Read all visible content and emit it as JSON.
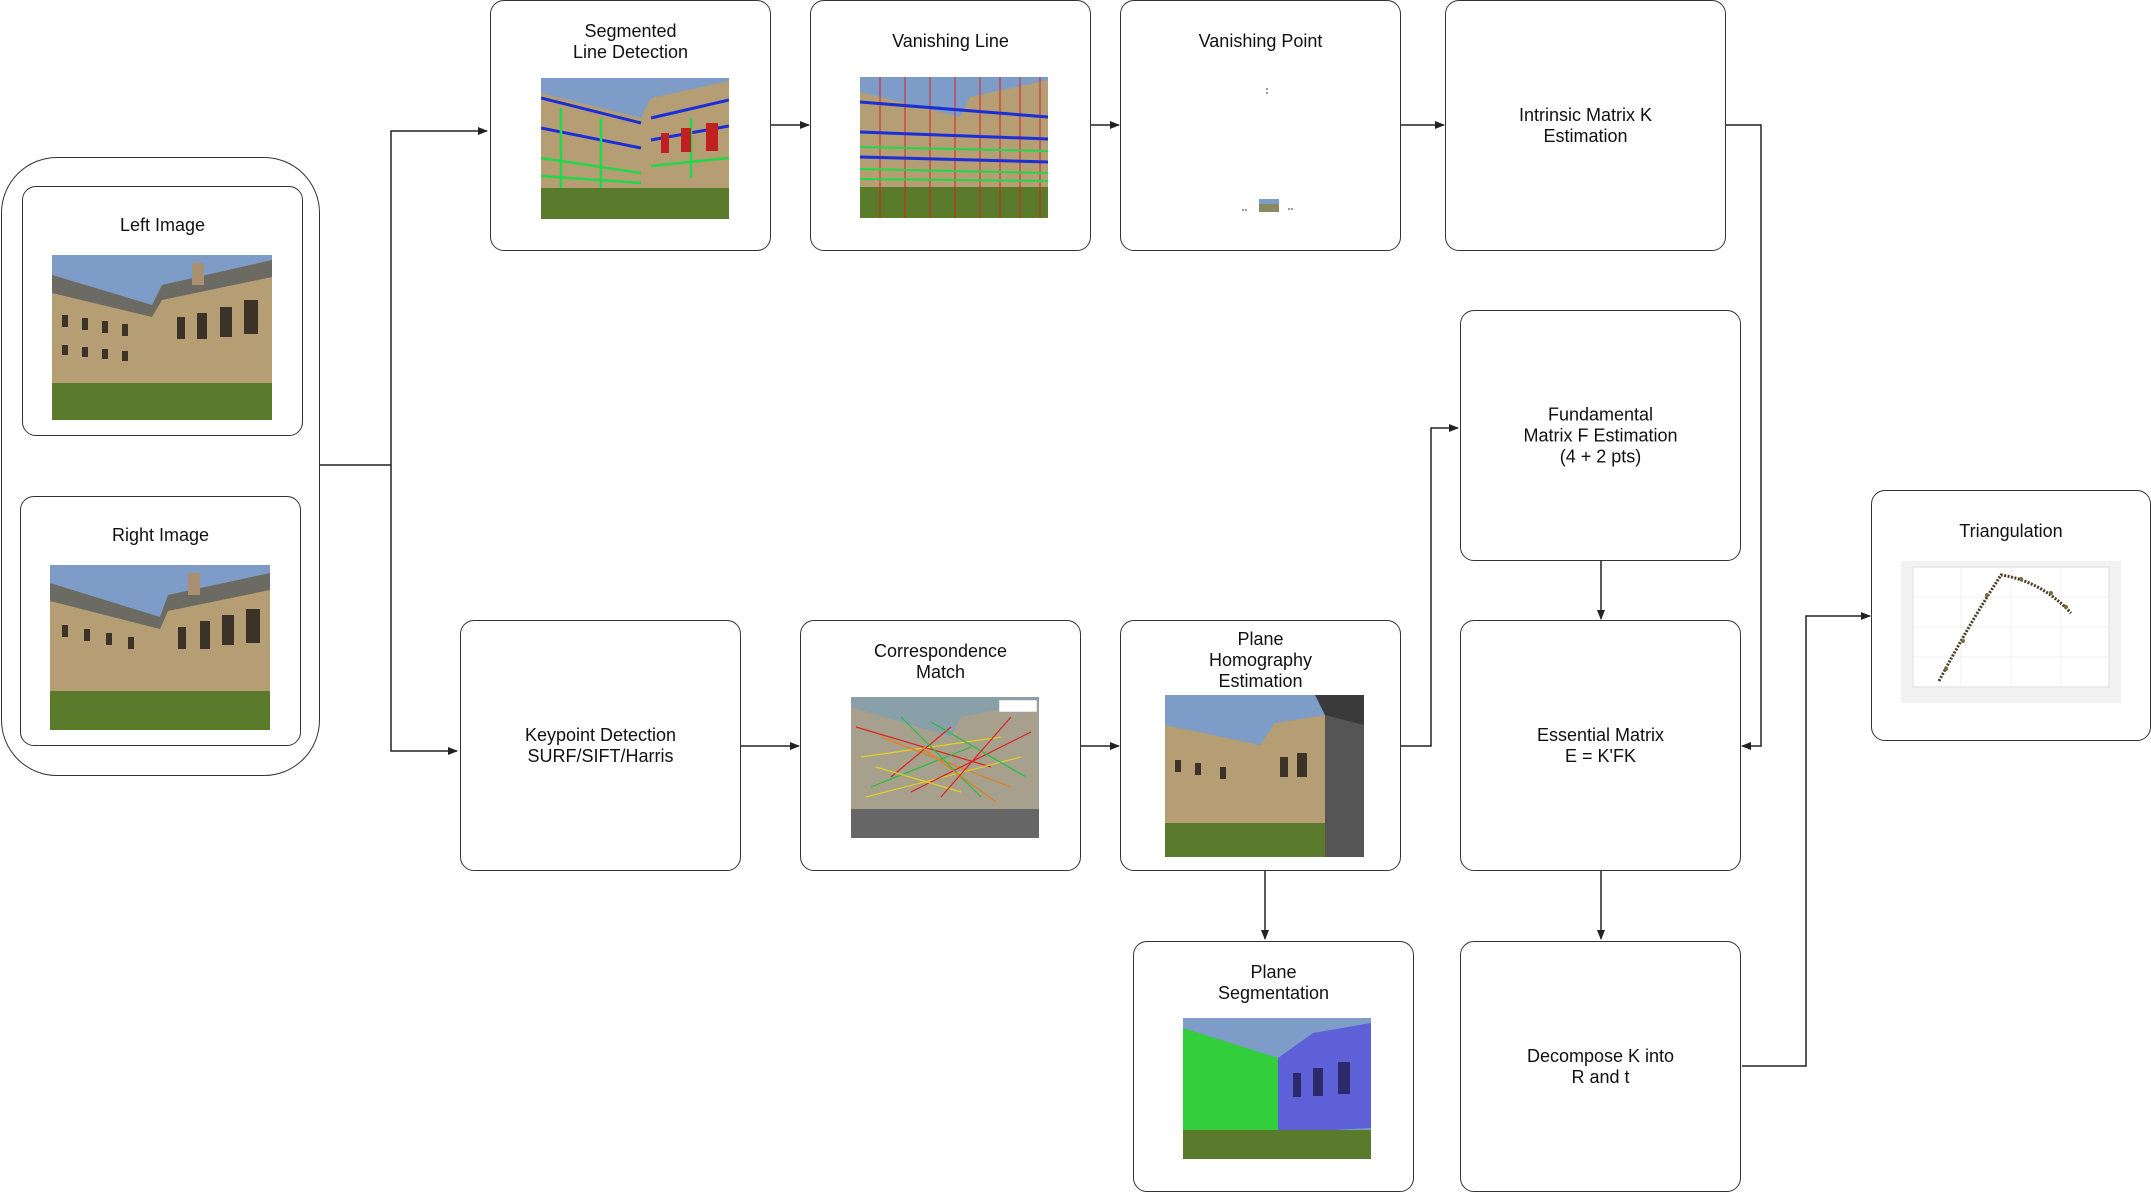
{
  "input_group": {
    "left_image": {
      "label": "Left Image"
    },
    "right_image": {
      "label": "Right Image"
    }
  },
  "nodes": {
    "segmented_line_detection": "Segmented\nLine Detection",
    "vanishing_line": "Vanishing Line",
    "vanishing_point": "Vanishing Point",
    "intrinsic_matrix": "Intrinsic Matrix K\nEstimation",
    "fundamental_matrix": "Fundamental\nMatrix F Estimation\n(4 + 2 pts)",
    "triangulation": "Triangulation",
    "keypoint_detection": "Keypoint Detection\nSURF/SIFT/Harris",
    "correspondence_match": "Correspondence\nMatch",
    "plane_homography": "Plane\nHomography\nEstimation",
    "essential_matrix": "Essential Matrix\nE = K'FK",
    "plane_segmentation": "Plane\nSegmentation",
    "decompose": "Decompose K into\nR and t"
  },
  "colors": {
    "border": "#333333",
    "arrow": "#222222",
    "sky": "#4a6fa5",
    "building": "#b59d74",
    "grass": "#5a7a2c",
    "line_blue": "#1a2fd8",
    "line_green": "#22d84a",
    "line_red": "#e02020",
    "segment_green": "#2bd42b",
    "segment_blue": "#5a5ad8"
  }
}
